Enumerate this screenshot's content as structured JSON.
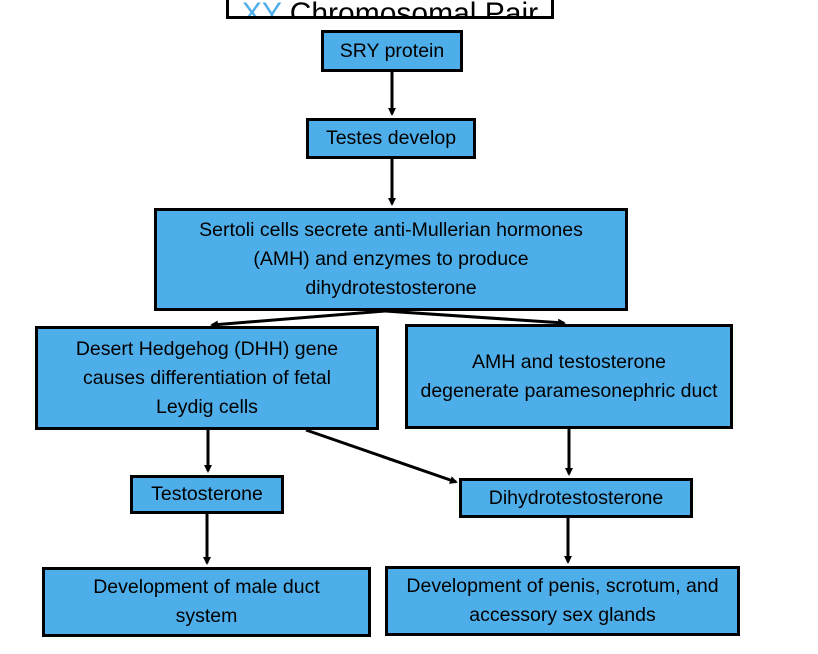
{
  "colors": {
    "box_fill": "#4eaeea",
    "border": "#000000",
    "xy_text": "#4eaeea"
  },
  "top": {
    "xy": "XY",
    "rest": " Chromosomal Pair"
  },
  "nodes": {
    "sry": "SRY protein",
    "testes": "Testes develop",
    "sertoli": "Sertoli cells secrete anti-Mullerian hormones (AMH) and enzymes to produce dihydrotestosterone",
    "dhh": "Desert Hedgehog (DHH) gene causes differentiation of fetal Leydig cells",
    "amh": "AMH and testosterone degenerate paramesonephric duct",
    "testosterone": "Testosterone",
    "dht": "Dihydrotestosterone",
    "male_duct": "Development of male duct system",
    "penis": "Development of penis, scrotum, and accessory sex glands"
  }
}
